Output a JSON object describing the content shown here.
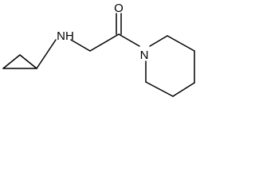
{
  "molecule": {
    "atoms": {
      "oxygen": {
        "symbol": "O"
      },
      "amide_nitrogen": {
        "symbol": "N"
      },
      "amine_nitrogen": {
        "symbol": "NH"
      }
    }
  }
}
